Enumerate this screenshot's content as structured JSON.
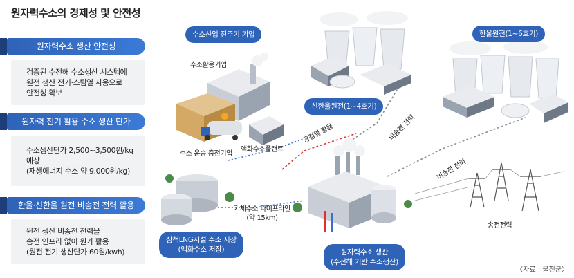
{
  "title": "원자력수소의 경제성 및 안전성",
  "cards": [
    {
      "heading": "원자력수소 생산 안전성",
      "lines": [
        "검증된 수전해 수소생산 시스템에",
        "원전 생산 전기·스팀열 사용으로",
        "안전성 확보"
      ]
    },
    {
      "heading": "원자력 전기 활용 수소 생산 단가",
      "lines": [
        "수소생산단가 2,500~3,500원/kg 예상",
        "(재생에너지 수소 약 9,000원/kg)"
      ]
    },
    {
      "heading": "한울·신한울 원전 비송전 전력 활용",
      "lines": [
        "원전 생산 비송전 전력을",
        "송전 인프라 없이 원가 활용",
        "(원전 전기 생산단가 60원/kwh)"
      ]
    }
  ],
  "pills": {
    "hydrogen_industry": "수소산업 전주기 기업",
    "shinhanul": "신한울원전(1~4호기)",
    "hanul": "한울원전(1~6호기)",
    "lng": [
      "삼척LNG시설 수소 저장",
      "(액화수소 저장)"
    ],
    "production": [
      "원자력수소 생산",
      "(수전해 기반 수소생산)"
    ]
  },
  "labels": {
    "hydrogen_use": "수소활용기업",
    "transport": "수소 운송·충전기업",
    "liquefaction": "액화수소플랜트",
    "process_heat": "공정열 활용",
    "non_transmission_1": "비송전 전력",
    "non_transmission_2": "비송전 전력",
    "transmission": "송전전력",
    "pipeline": [
      "기체수소 파이프라인",
      "(약 15km)"
    ]
  },
  "source": "〈자료 : 울진군〉",
  "colors": {
    "accent": "#2f63b8",
    "dark_accent": "#1c3f7a",
    "red_line": "#e0302f",
    "blue_line": "#3a6fd0",
    "gray_line": "#8a8f96"
  }
}
